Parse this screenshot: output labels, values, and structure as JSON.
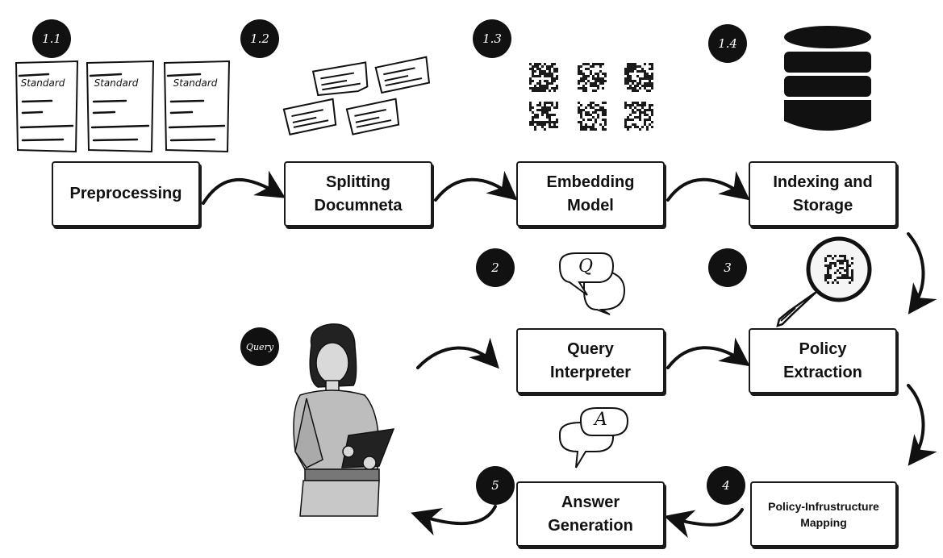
{
  "steps": {
    "preprocessing": "Preprocessing",
    "splitting": [
      "Splitting",
      "Documneta"
    ],
    "embedding": [
      "Embedding",
      "Model"
    ],
    "indexing": [
      "Indexing and",
      "Storage"
    ],
    "query_interpreter": [
      "Query",
      "Interpreter"
    ],
    "policy_extraction": [
      "Policy",
      "Extraction"
    ],
    "answer_generation": [
      "Answer",
      "Generation"
    ],
    "mapping": [
      "Policy-Infrustructure",
      "Mapping"
    ]
  },
  "badges": {
    "b11": "1.1",
    "b12": "1.2",
    "b13": "1.3",
    "b14": "1.4",
    "b2": "2",
    "b3": "3",
    "b4": "4",
    "b5": "5",
    "query": "Query"
  },
  "document_label": "Standard",
  "bubbles": {
    "question": "Q",
    "answer": "A"
  },
  "colors": {
    "ink": "#111111",
    "paper": "#ffffff",
    "person_gray": "#bdbdbd"
  }
}
